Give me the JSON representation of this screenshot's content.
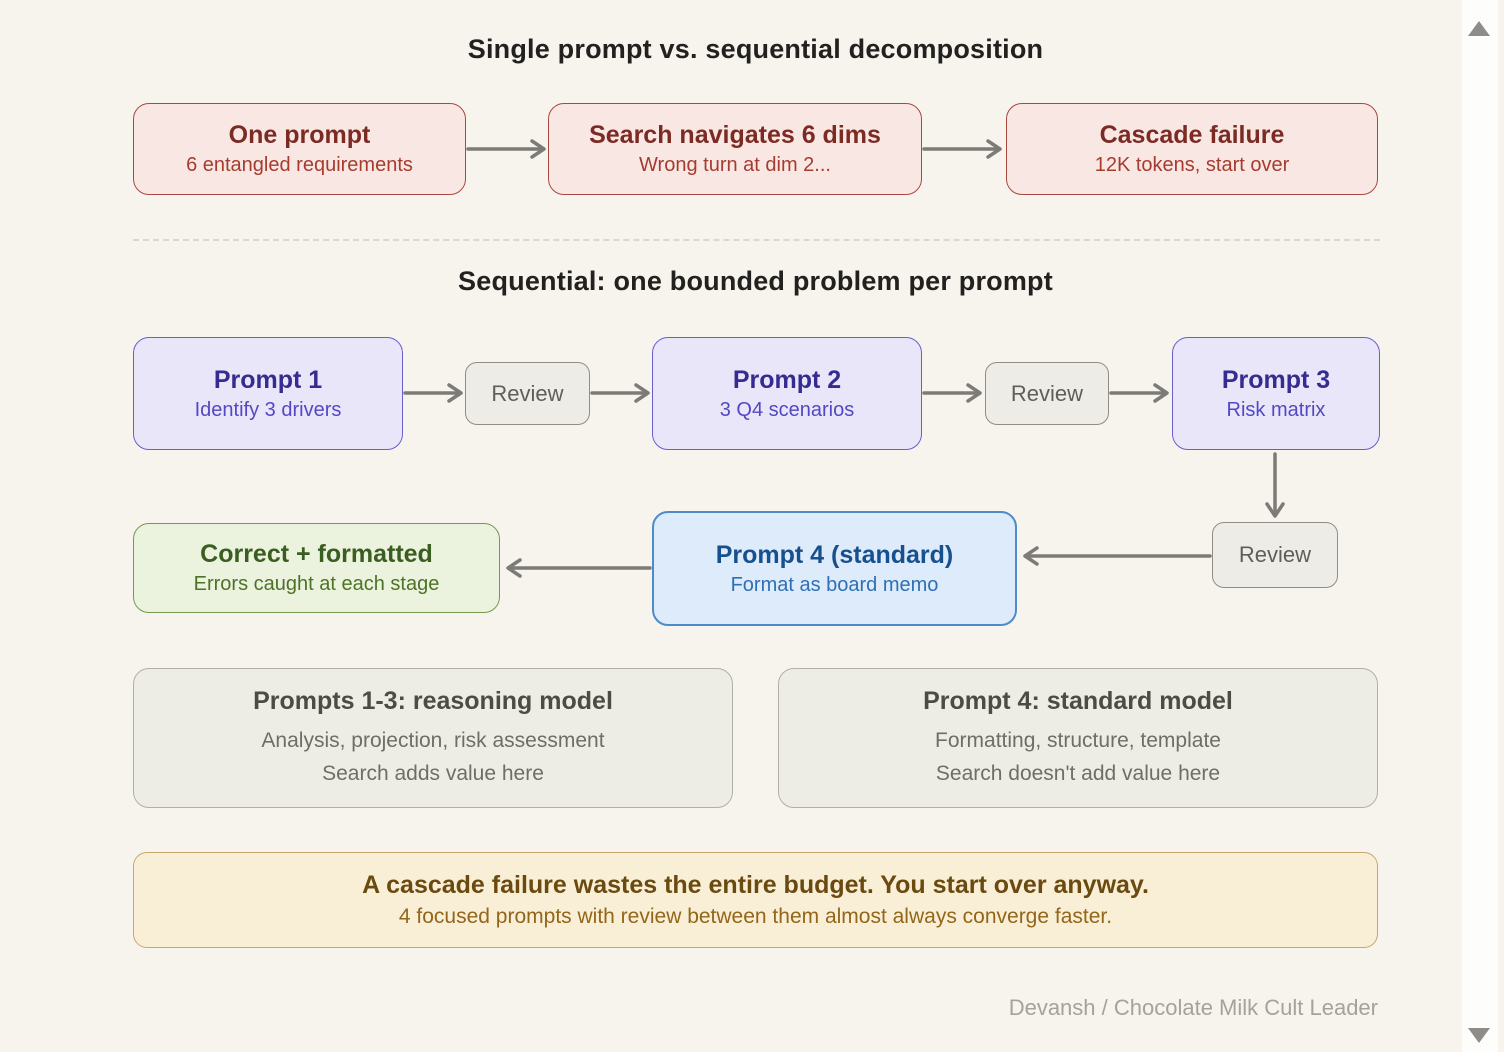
{
  "colors": {
    "background": "#f7f4ee",
    "red_bg": "#f9e7e4",
    "red_border": "#a9483e",
    "red_title": "#7c2b24",
    "red_subtitle": "#a63c2f",
    "purple_bg": "#e9e6fa",
    "purple_border": "#6a5ecf",
    "purple_title": "#362b8f",
    "purple_subtitle": "#5348c4",
    "blue_bg": "#ddebfa",
    "blue_border": "#4d8cc9",
    "blue_title": "#17508f",
    "blue_subtitle": "#2f6fb5",
    "green_bg": "#ebf2de",
    "green_border": "#78984e",
    "green_title": "#3a5e20",
    "green_subtitle": "#4e7326",
    "review_bg": "#eeece6",
    "review_border": "#8f8d85",
    "review_text": "#5f5e58",
    "info_bg": "#edece5",
    "info_border": "#b2afa7",
    "info_title": "#4d4b46",
    "info_subtitle": "#6f6d67",
    "callout_bg": "#f9efd6",
    "callout_border": "#c7a76e",
    "callout_title": "#6b4a10",
    "callout_subtitle": "#93661a",
    "arrow": "#7c7b77",
    "section_title": "#22211f",
    "footer_text": "#a5a29c",
    "scrollbar_arrow": "#8d8c88"
  },
  "single_prompt_section": {
    "title": "Single prompt vs. sequential decomposition",
    "steps": [
      {
        "title": "One prompt",
        "subtitle": "6 entangled requirements"
      },
      {
        "title": "Search navigates 6 dims",
        "subtitle": "Wrong turn at dim 2..."
      },
      {
        "title": "Cascade failure",
        "subtitle": "12K tokens, start over"
      }
    ]
  },
  "sequential_section": {
    "title": "Sequential: one bounded problem per prompt",
    "review_label": "Review",
    "prompt1": {
      "title": "Prompt 1",
      "subtitle": "Identify 3 drivers"
    },
    "prompt2": {
      "title": "Prompt 2",
      "subtitle": "3 Q4 scenarios"
    },
    "prompt3": {
      "title": "Prompt 3",
      "subtitle": "Risk matrix"
    },
    "prompt4": {
      "title": "Prompt 4 (standard)",
      "subtitle": "Format as board memo"
    },
    "result": {
      "title": "Correct + formatted",
      "subtitle": "Errors caught at each stage"
    }
  },
  "model_notes": {
    "reasoning": {
      "title": "Prompts 1-3: reasoning model",
      "line1": "Analysis, projection, risk assessment",
      "line2": "Search adds value here"
    },
    "standard": {
      "title": "Prompt 4: standard model",
      "line1": "Formatting, structure, template",
      "line2": "Search doesn't add value here"
    }
  },
  "callout": {
    "title": "A cascade failure wastes the entire budget. You start over anyway.",
    "subtitle": "4 focused prompts with review between them almost always converge faster."
  },
  "footer": {
    "credit": "Devansh / Chocolate Milk Cult Leader"
  }
}
